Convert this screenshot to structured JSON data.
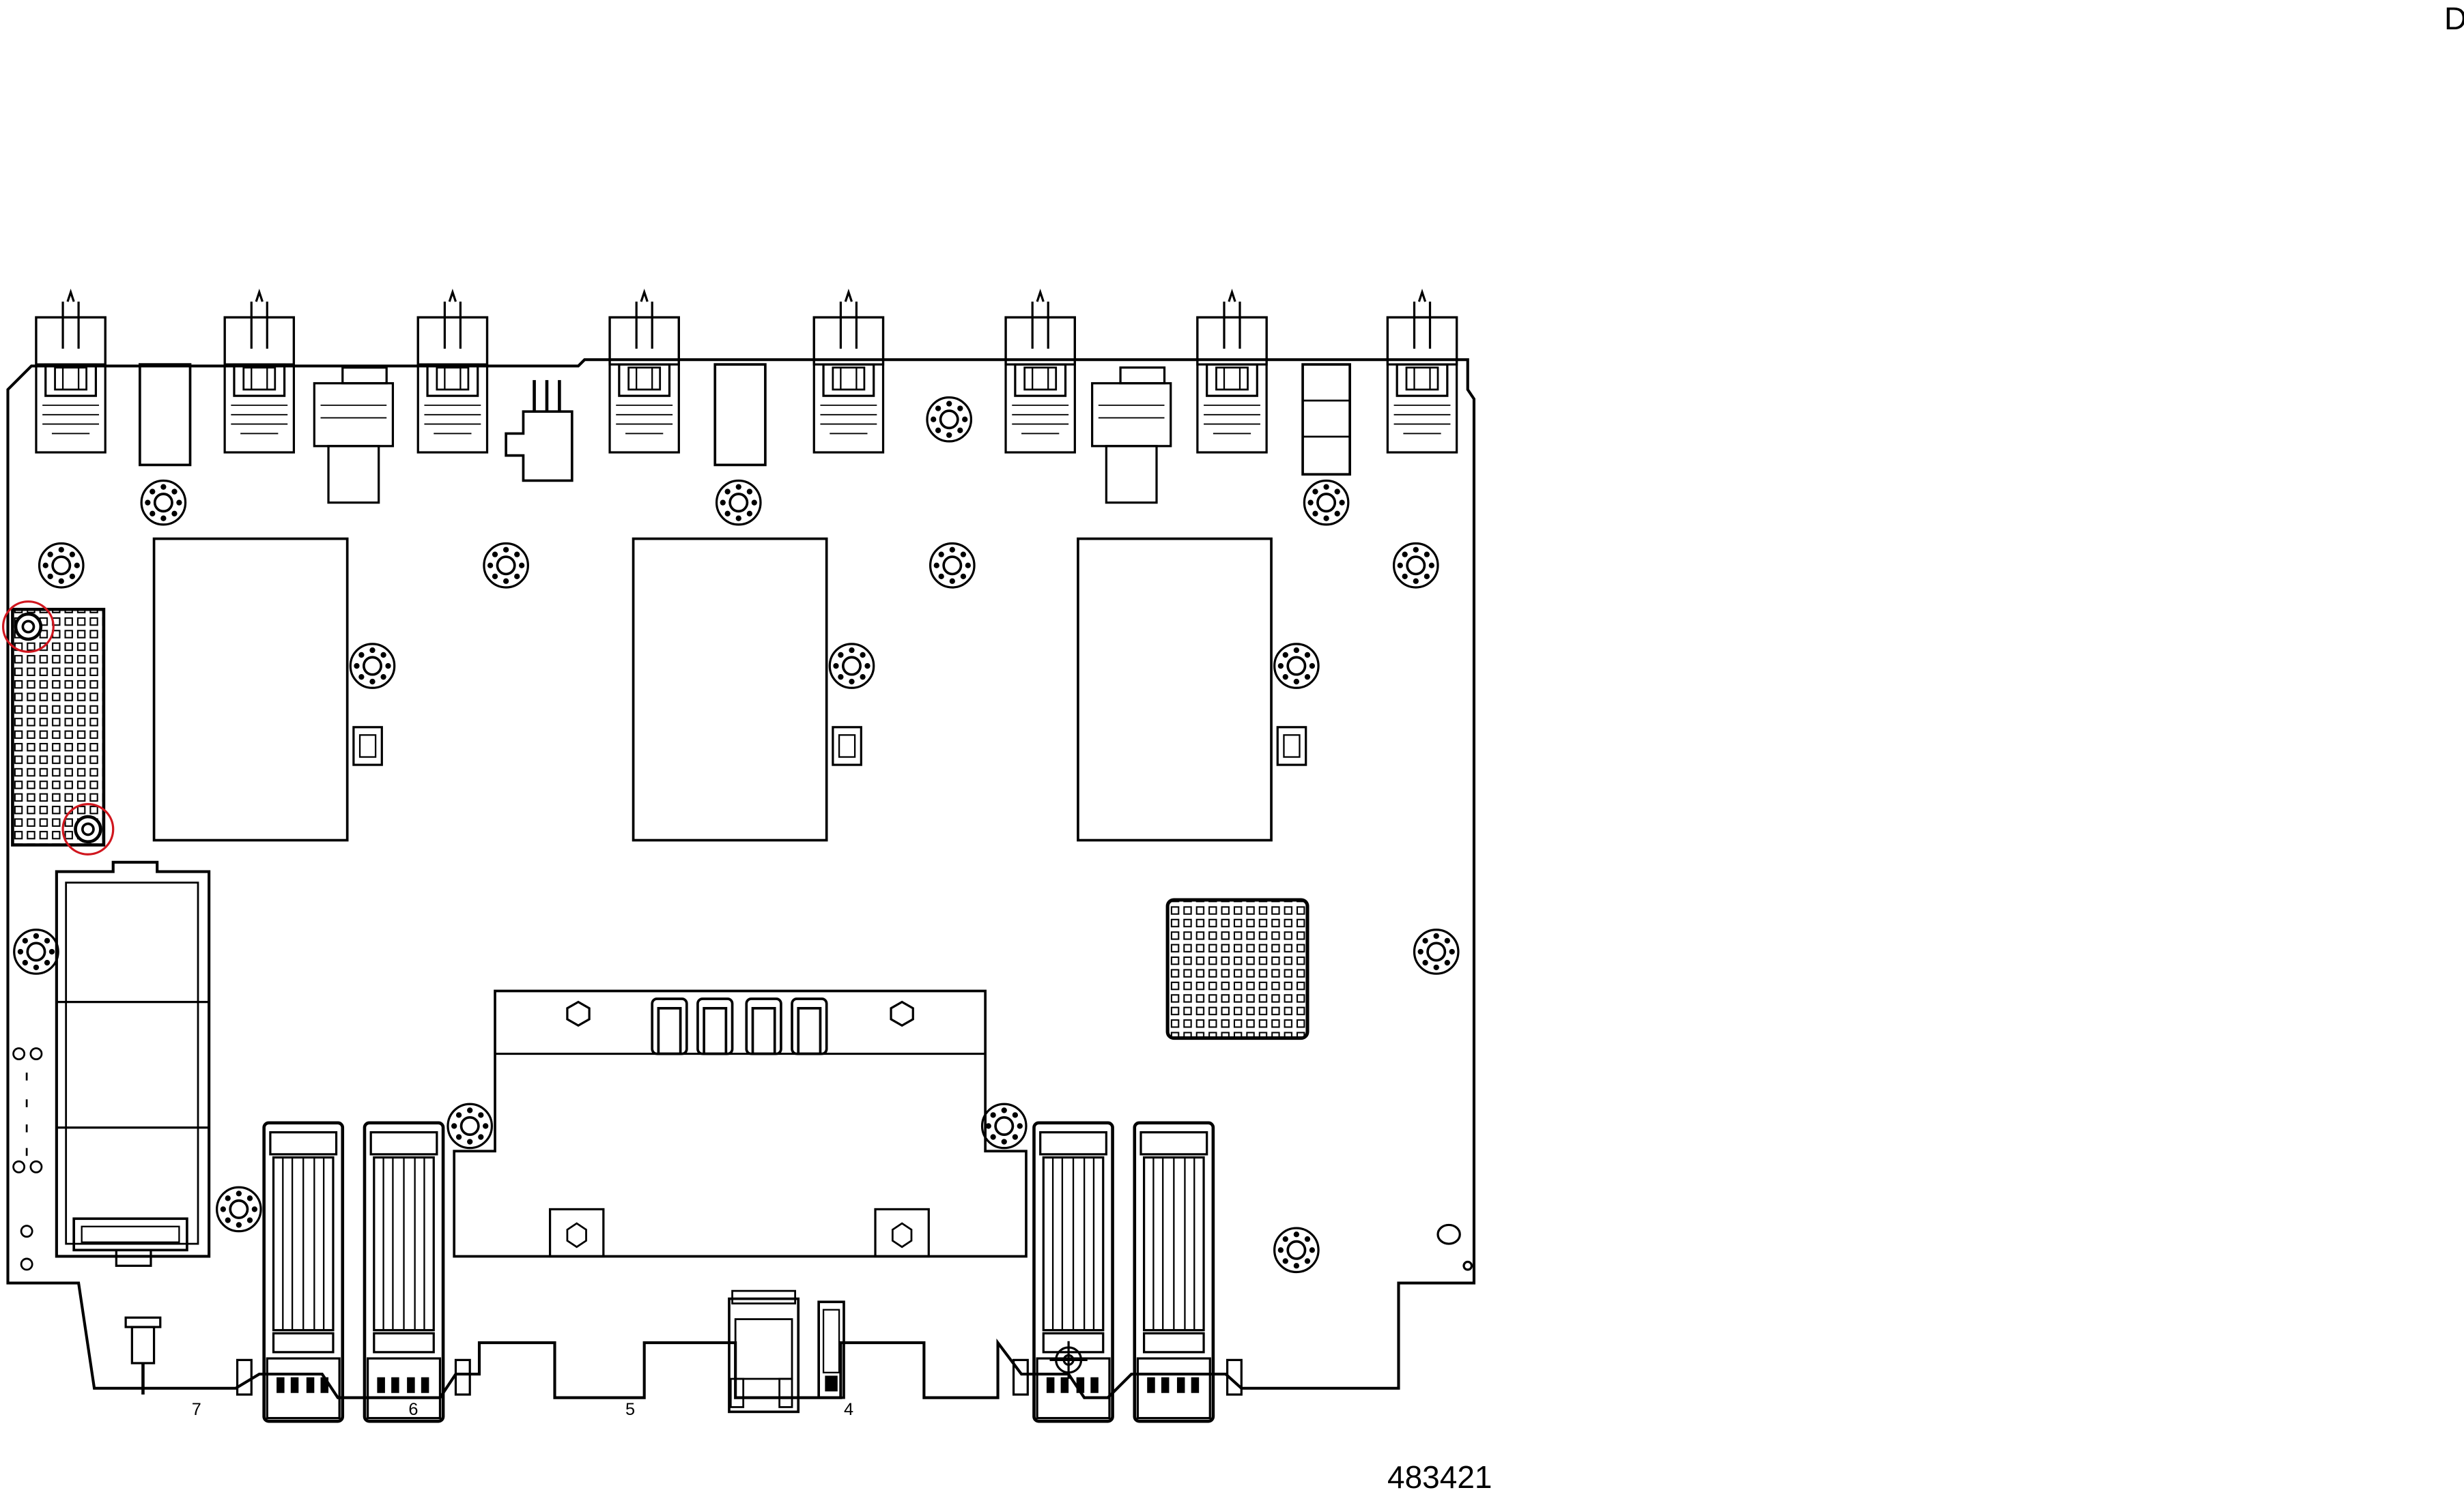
{
  "figure": {
    "id_label": "483421",
    "corner_letter": "D",
    "callouts": [
      {
        "id": "7",
        "text": "7"
      },
      {
        "id": "6",
        "text": "6"
      },
      {
        "id": "5",
        "text": "5"
      },
      {
        "id": "4",
        "text": "4"
      }
    ],
    "highlight_color": "#d0161e",
    "line_color": "#000000"
  }
}
